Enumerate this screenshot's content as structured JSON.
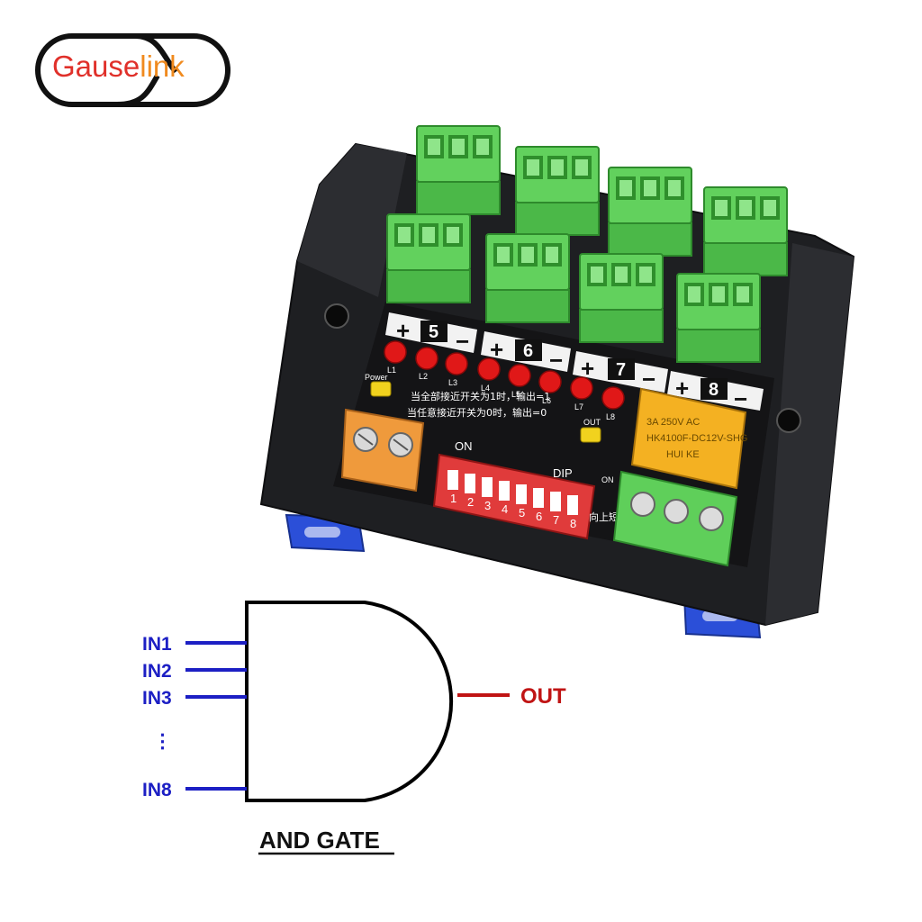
{
  "brand": {
    "part1": "Gause",
    "part2": "link",
    "color1": "#e0302a",
    "color2": "#f08a1e"
  },
  "board": {
    "channels": [
      "5",
      "6",
      "7",
      "8"
    ],
    "plus": "+",
    "minus": "−",
    "leds": [
      "L1",
      "L2",
      "L3",
      "L4",
      "L5",
      "L6",
      "L7",
      "L8"
    ],
    "power_label": "Power",
    "out_label": "OUT",
    "on_label": "ON",
    "dip_label": "DIP",
    "dip_positions": [
      "1",
      "2",
      "3",
      "4",
      "5",
      "6",
      "7",
      "8"
    ],
    "note_line1": "当全部接近开关为1时，输出=1",
    "note_line2": "当任意接近开关为0时，输出=0",
    "relay_line1": "HK4100F-DC12V-SHG",
    "relay_line2": "HUI KE",
    "relay_line3": "3A 250V AC",
    "relay_note": "向上短接",
    "terminal_color": "#5fcf5a",
    "led_color": "#e01818",
    "relay_color": "#f4b122"
  },
  "diagram": {
    "inputs": [
      "IN1",
      "IN2",
      "IN3",
      "IN8"
    ],
    "ellipsis": "⋮",
    "output": "OUT",
    "title": "AND GATE",
    "input_color": "#1c1fc4",
    "output_color": "#c01414"
  }
}
